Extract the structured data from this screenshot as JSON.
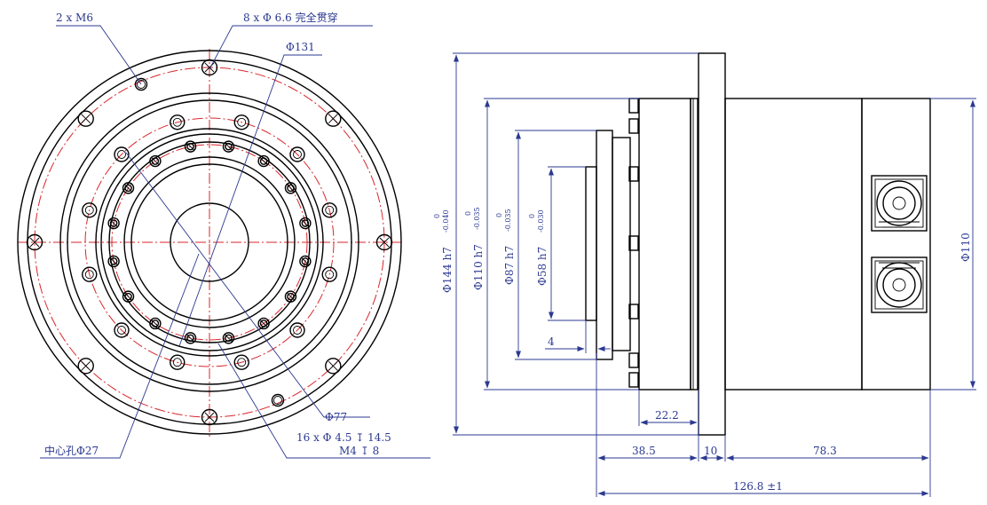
{
  "callouts": {
    "m6": "2 x M6",
    "through_holes": "8 x Φ 6.6 完全贯穿",
    "d131": "Φ131",
    "d77": "Φ77",
    "holes16": "16 x Φ 4.5 ↧ 14.5",
    "m4": "M4 ↧ 8",
    "center_hole": "中心孔Φ27"
  },
  "side_dims": {
    "d144": "Φ144 h7",
    "d144_tol_upper": "0",
    "d144_tol_lower": "-0.040",
    "d110": "Φ110 h7",
    "d110_tol_upper": "0",
    "d110_tol_lower": "-0.035",
    "d87": "Φ87 h7",
    "d87_tol_upper": "0",
    "d87_tol_lower": "-0.035",
    "d58": "Φ58 h7",
    "d58_tol_upper": "0",
    "d58_tol_lower": "-0.030",
    "d110_right": "Φ110",
    "len4": "4",
    "len22_2": "22.2",
    "len38_5": "38.5",
    "len10": "10",
    "len78_3": "78.3",
    "len126_8": "126.8 ±1"
  },
  "colors": {
    "geometry": "#000000",
    "centerline": "#d9262b",
    "dimension": "#2b3990"
  }
}
